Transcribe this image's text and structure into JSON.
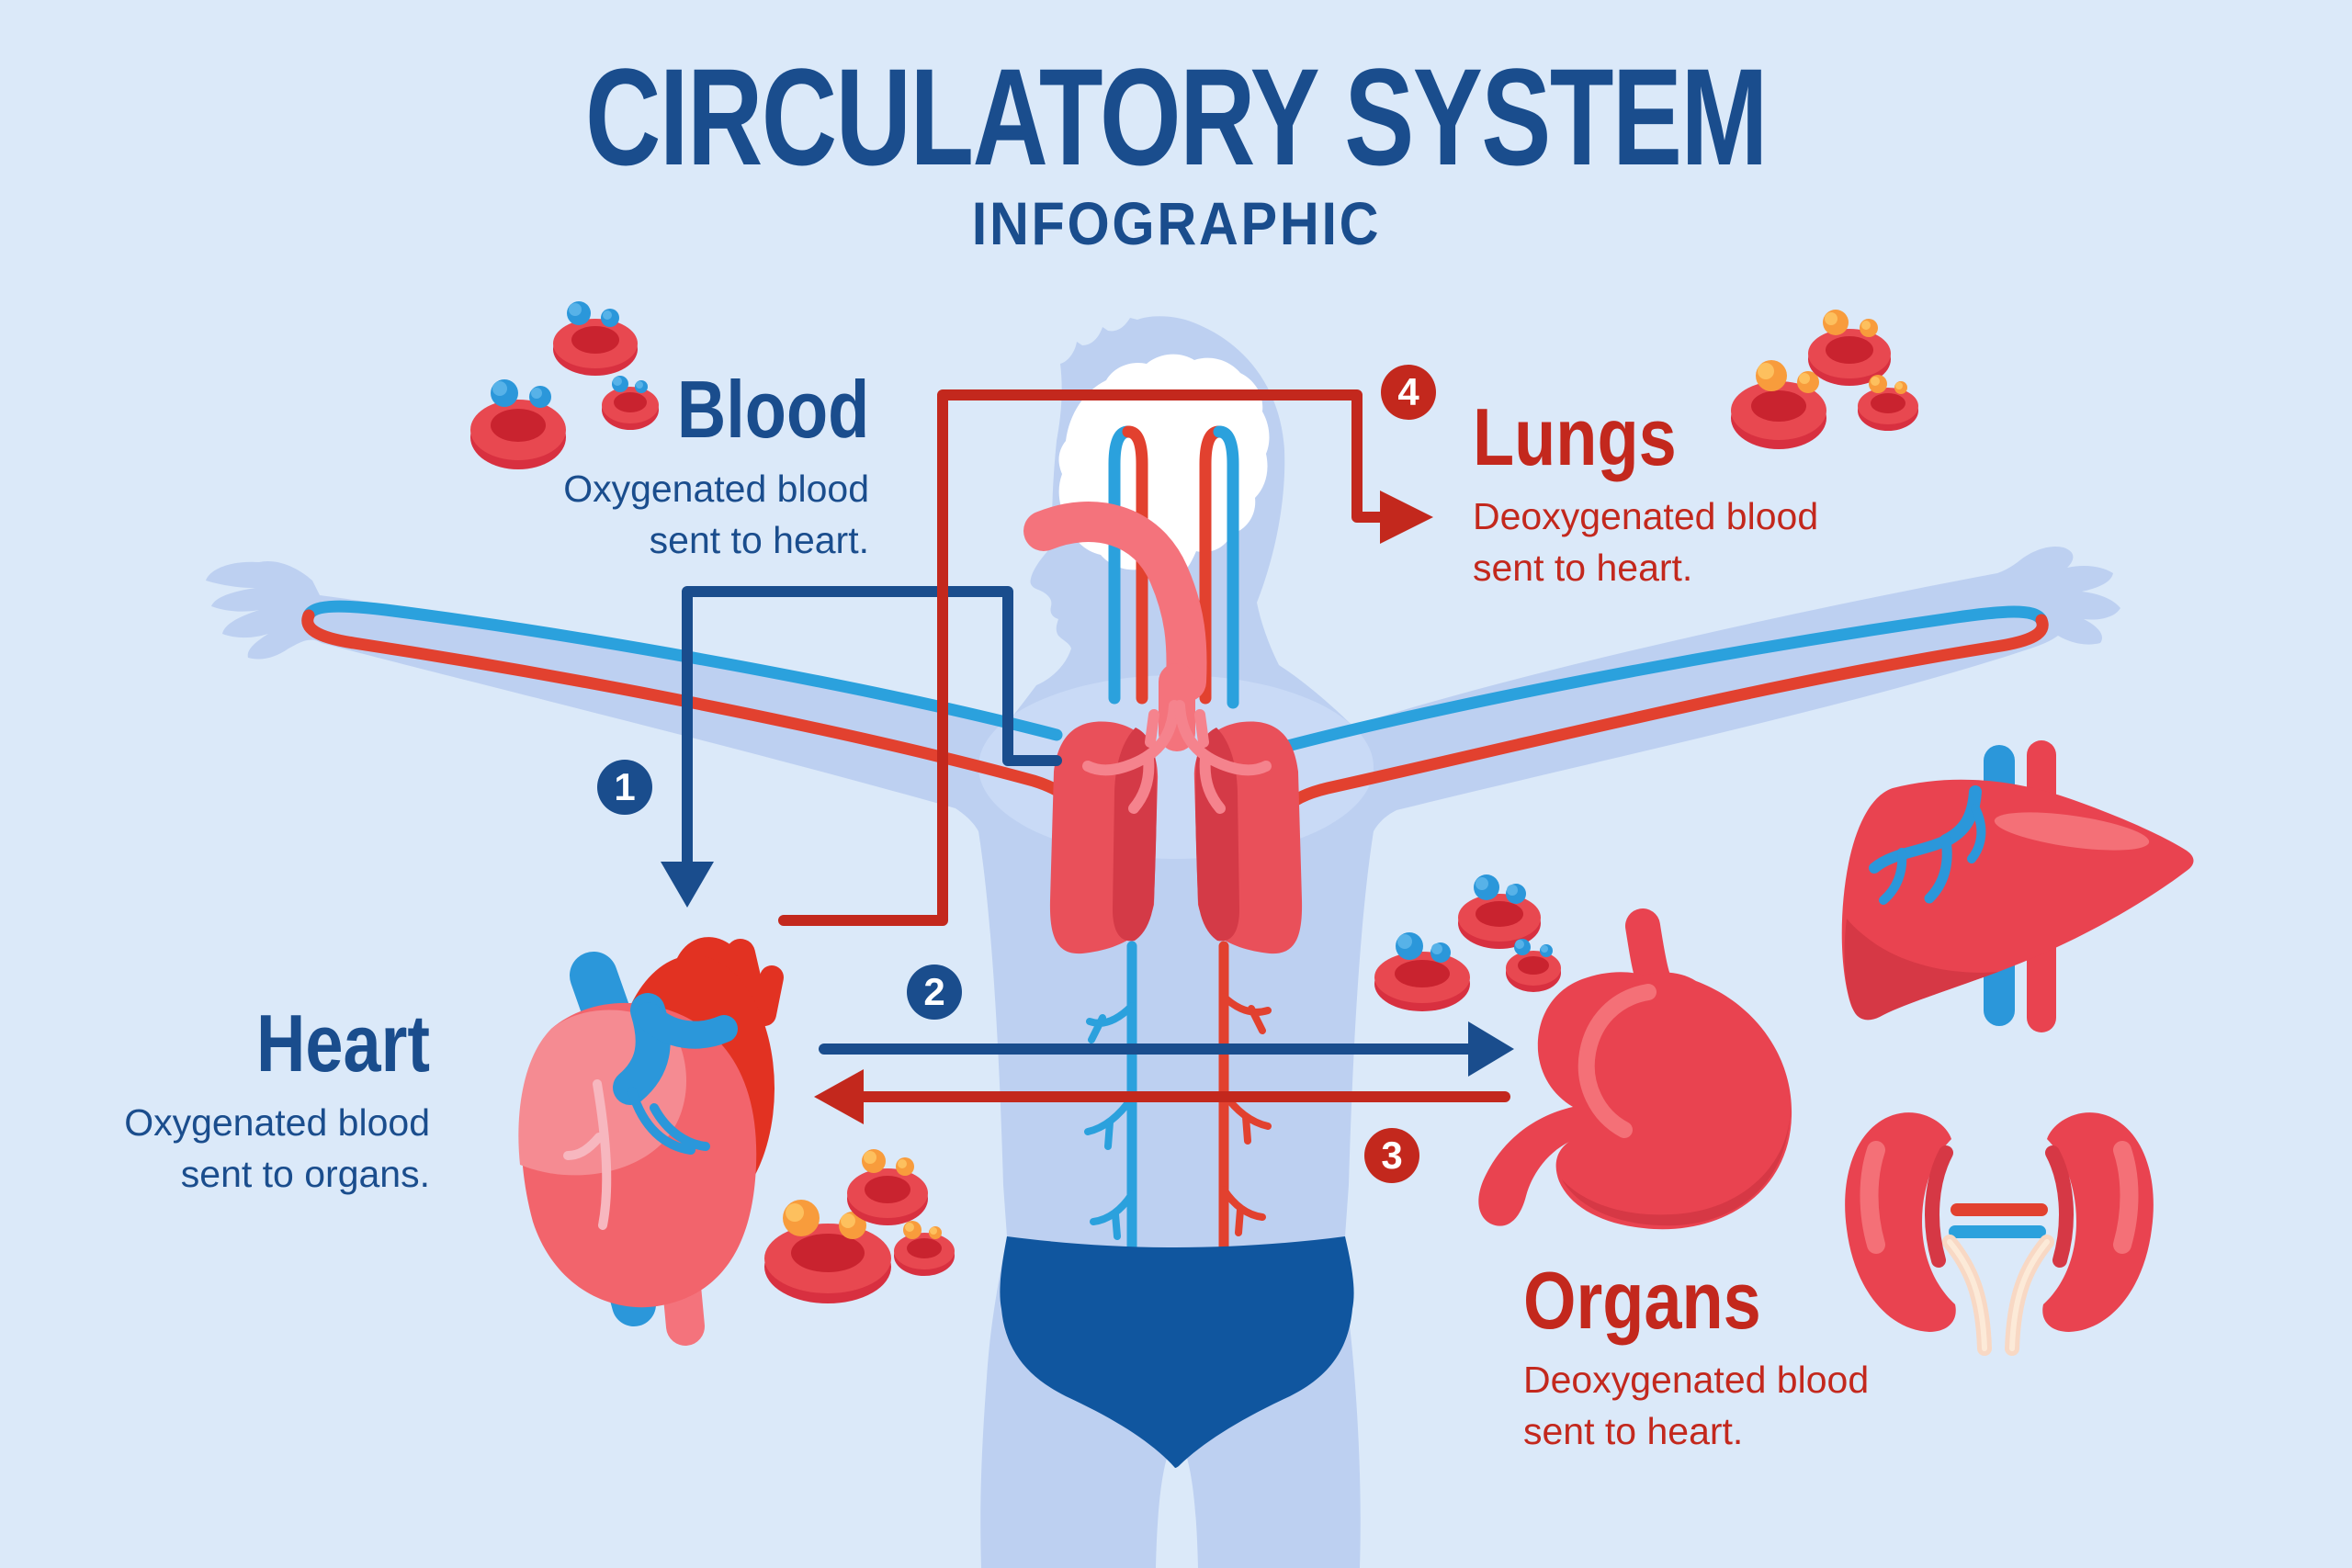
{
  "title": "CIRCULATORY SYSTEM",
  "subtitle": "INFOGRAPHIC",
  "labels": {
    "blood": {
      "step": "1",
      "name": "Blood",
      "desc_line1": "Oxygenated blood",
      "desc_line2": "sent to heart."
    },
    "heart": {
      "step": "2",
      "name": "Heart",
      "desc_line1": "Oxygenated blood",
      "desc_line2": "sent to organs."
    },
    "organs": {
      "step": "3",
      "name": "Organs",
      "desc_line1": "Deoxygenated blood",
      "desc_line2": "sent to heart."
    },
    "lungs": {
      "step": "4",
      "name": "Lungs",
      "desc_line1": "Deoxygenated blood",
      "desc_line2": "sent to heart."
    }
  },
  "theme": {
    "colors": {
      "bg": "#dbe9f9",
      "bodyc": "#bdd0f1",
      "chest": "#c9daf6",
      "briefs": "#10569f",
      "navy": "#1a4d8d",
      "red": "#c3281d",
      "cyan": "#2ba1dd",
      "vred": "#e2412f",
      "salmon": "#f4737c",
      "lungr": "#e9505a",
      "lungd": "#d43a47",
      "bronchi": "#f5838d",
      "hsalmon": "#f2646c",
      "hdark": "#e23222",
      "hblue": "#2b97da",
      "hpink": "#f58b92",
      "coronary": "#f7b7bf",
      "organ": "#e94350",
      "organd": "#d63845",
      "organhl": "#f47077",
      "cell": "#e84850",
      "cellcrater": "#c9232f",
      "cellrim": "#d83040",
      "bball": "#2b97da",
      "bballhl": "#57b2e8",
      "oball": "#f89c3c",
      "oballhl": "#fdc05e",
      "ureter": "#f8d8c4",
      "ureterhl": "#fcead8",
      "brain": "#ffffff",
      "white": "#ffffff"
    }
  }
}
